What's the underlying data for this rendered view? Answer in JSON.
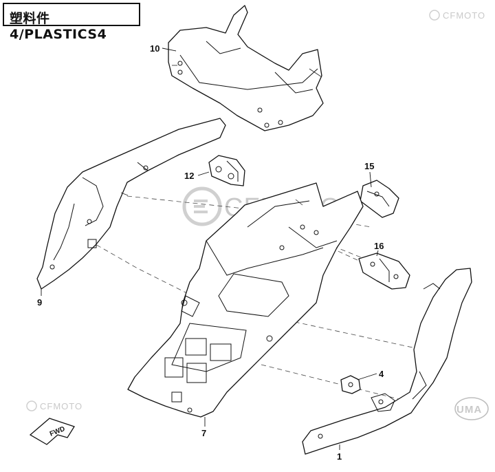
{
  "title": "塑料件4/PLASTICS4",
  "watermarks": {
    "top_right": "CFMOTO",
    "center": "CFMOTO",
    "bottom_left": "CFMOTO",
    "bottom_right": "UMA"
  },
  "fwd_label": "FWD",
  "callouts": [
    {
      "id": "10",
      "label": "10"
    },
    {
      "id": "12",
      "label": "12"
    },
    {
      "id": "15",
      "label": "15"
    },
    {
      "id": "16",
      "label": "16"
    },
    {
      "id": "9",
      "label": "9"
    },
    {
      "id": "4",
      "label": "4"
    },
    {
      "id": "7",
      "label": "7"
    },
    {
      "id": "1",
      "label": "1"
    }
  ]
}
